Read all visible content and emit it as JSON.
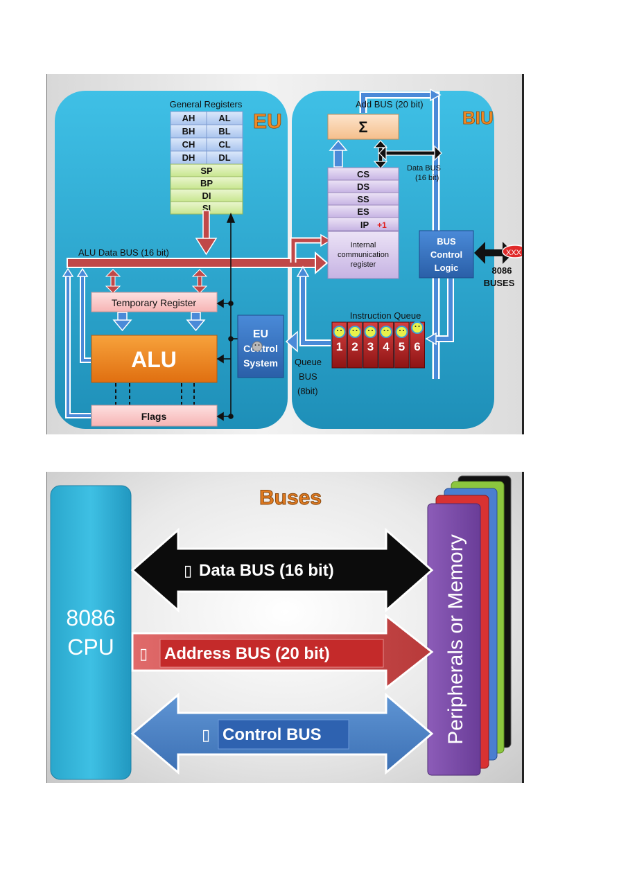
{
  "eu_biu": {
    "eu_label": "EU",
    "biu_label": "BIU",
    "general_registers_title": "General Registers",
    "general_registers": [
      [
        "AH",
        "AL"
      ],
      [
        "BH",
        "BL"
      ],
      [
        "CH",
        "CL"
      ],
      [
        "DH",
        "DL"
      ]
    ],
    "pointer_registers": [
      "SP",
      "BP",
      "DI",
      "SI"
    ],
    "alu_bus_label": "ALU Data BUS (16 bit)",
    "temp_register": "Temporary Register",
    "alu": "ALU",
    "flags": "Flags",
    "eu_control": [
      "EU",
      "Control",
      "System"
    ],
    "add_bus": "Add BUS (20 bit)",
    "sigma": "Σ",
    "data_bus": [
      "Data BUS",
      "(16 bit)"
    ],
    "segment_registers": [
      "CS",
      "DS",
      "SS",
      "ES"
    ],
    "ip": "IP",
    "ip_inc": "+1",
    "internal_register": [
      "Internal",
      "communication",
      "register"
    ],
    "bus_control": [
      "BUS",
      "Control",
      "Logic"
    ],
    "buses_label": [
      "8086",
      "BUSES"
    ],
    "xxx": "XXX",
    "queue_title": "Instruction Queue",
    "queue_slots": [
      "1",
      "2",
      "3",
      "4",
      "5",
      "6"
    ],
    "queue_bus": [
      "Queue",
      "BUS",
      "(8bit)"
    ]
  },
  "buses": {
    "title": "Buses",
    "cpu": [
      "8086",
      "CPU"
    ],
    "data_bus": "Data BUS (16 bit)",
    "address_bus": "Address BUS (20 bit)",
    "control_bus": "Control BUS",
    "peripherals": "Peripherals or Memory",
    "bullet": "▯"
  }
}
